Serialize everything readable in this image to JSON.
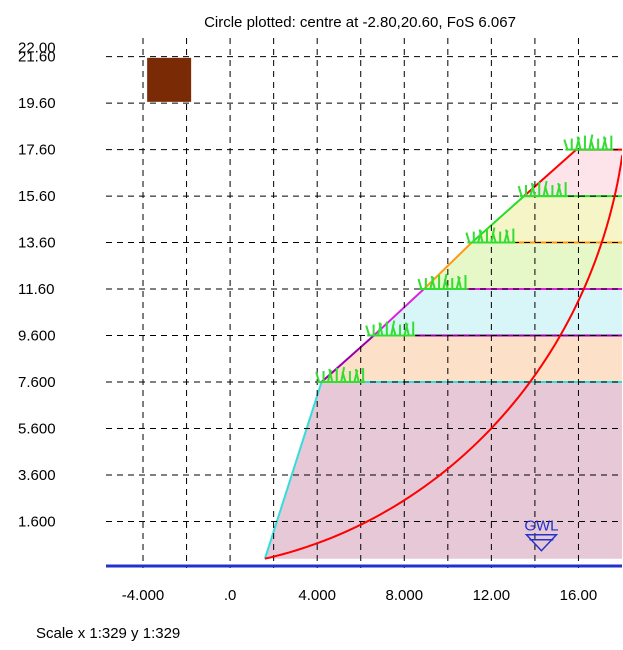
{
  "header": {
    "title": "Circle plotted: centre at -2.80,20.60,  FoS  6.067"
  },
  "footer": {
    "scale_text": "Scale x 1:329  y 1:329"
  },
  "gwl_label": "GWL",
  "colors": {
    "background": "#ffffff",
    "grid": "#000000",
    "slip_circle": "#ff0000",
    "gwl": "#2233cc",
    "grass": "#33dd33",
    "centre_marker": "#7b2a06"
  },
  "icons": {
    "gwl": "inverted-triangle-water-level-icon",
    "vegetation": "grass-tuft-icon",
    "centre": "square-centre-marker-icon"
  },
  "chart_data": {
    "type": "slope-stability-section",
    "title": "Circle plotted: centre at -2.80,20.60,  FoS  6.067",
    "x_tick_labels": [
      "-4.000",
      ".0",
      "4.000",
      "8.000",
      "12.00",
      "16.00"
    ],
    "x_tick_values": [
      -4,
      0,
      4,
      8,
      12,
      16
    ],
    "y_tick_labels": [
      "1.600",
      "3.600",
      "5.600",
      "7.600",
      "9.600",
      "11.60",
      "13.60",
      "15.60",
      "17.60",
      "19.60",
      "21.60",
      "22.00"
    ],
    "y_tick_values": [
      1.6,
      3.6,
      5.6,
      7.6,
      9.6,
      11.6,
      13.6,
      15.6,
      17.6,
      19.6,
      21.6,
      22.0
    ],
    "xlim": [
      -5.7,
      18.0
    ],
    "ylim": [
      -0.4,
      22.4
    ],
    "grid": true,
    "circle_centre": [
      -2.8,
      20.6
    ],
    "factor_of_safety": 6.067,
    "ground_surface": [
      [
        -5.7,
        0.0
      ],
      [
        1.6,
        0.0
      ],
      [
        4.2,
        7.6
      ],
      [
        6.1,
        7.6
      ],
      [
        6.6,
        9.6
      ],
      [
        8.4,
        9.6
      ],
      [
        8.9,
        11.6
      ],
      [
        10.6,
        11.6
      ],
      [
        11.1,
        13.6
      ],
      [
        12.9,
        13.6
      ],
      [
        13.5,
        15.6
      ],
      [
        15.4,
        15.6
      ],
      [
        15.9,
        17.6
      ],
      [
        18.0,
        17.6
      ]
    ],
    "layers": [
      {
        "name": "layer-1",
        "top": 7.6,
        "color": "#e6c8d6",
        "border": "#33dddd"
      },
      {
        "name": "layer-2",
        "top": 9.6,
        "color": "#fde0c8",
        "border": "#9900aa"
      },
      {
        "name": "layer-3",
        "top": 11.6,
        "color": "#d8f6f8",
        "border": "#dd22dd"
      },
      {
        "name": "layer-4",
        "top": 13.6,
        "color": "#e6f8c8",
        "border": "#ff9911"
      },
      {
        "name": "layer-5",
        "top": 15.6,
        "color": "#f5f5c8",
        "border": "#22dd22"
      },
      {
        "name": "layer-6",
        "top": 17.6,
        "color": "#fde4ea",
        "border": "#ff0000"
      }
    ],
    "gwl": {
      "x": 14.3,
      "y": 0.0
    },
    "centre_marker": {
      "x": -2.8,
      "y": 20.6
    },
    "slip_circle": {
      "centre": [
        -2.8,
        20.6
      ],
      "entry": [
        1.6,
        0.0
      ],
      "exit": [
        16.5,
        17.6
      ]
    },
    "grass_tufts": [
      [
        5.1,
        7.6
      ],
      [
        7.4,
        9.6
      ],
      [
        9.8,
        11.6
      ],
      [
        12.0,
        13.6
      ],
      [
        14.4,
        15.6
      ],
      [
        16.5,
        17.6
      ]
    ]
  }
}
